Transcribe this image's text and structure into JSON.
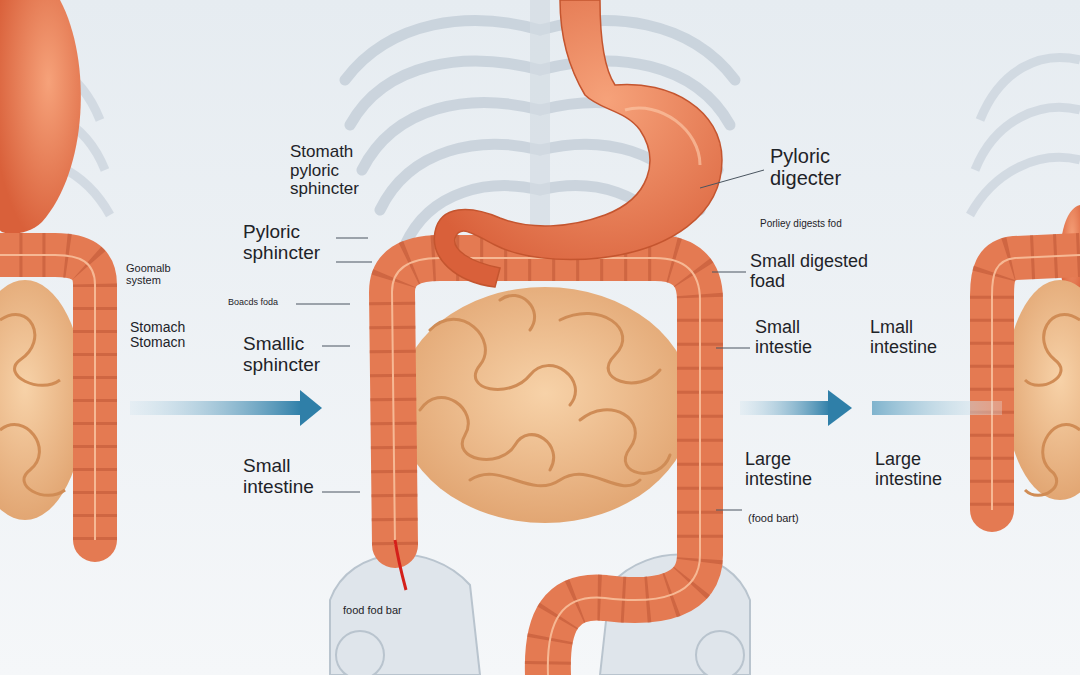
{
  "diagram": {
    "labels": [
      "Stomath pyloric sphincter",
      "Pyloric sphincter",
      "Goomalb system",
      "Boacds foda",
      "Stomach Stomacn",
      "Smallic sphincter",
      "Small intestine",
      "food fod bar",
      "Pyloric digecter",
      "Porliey digests fod",
      "Small digested foad",
      "Small intestie",
      "Lmall intestine",
      "Large intestine",
      "(food bart)",
      "Large intestine"
    ]
  }
}
